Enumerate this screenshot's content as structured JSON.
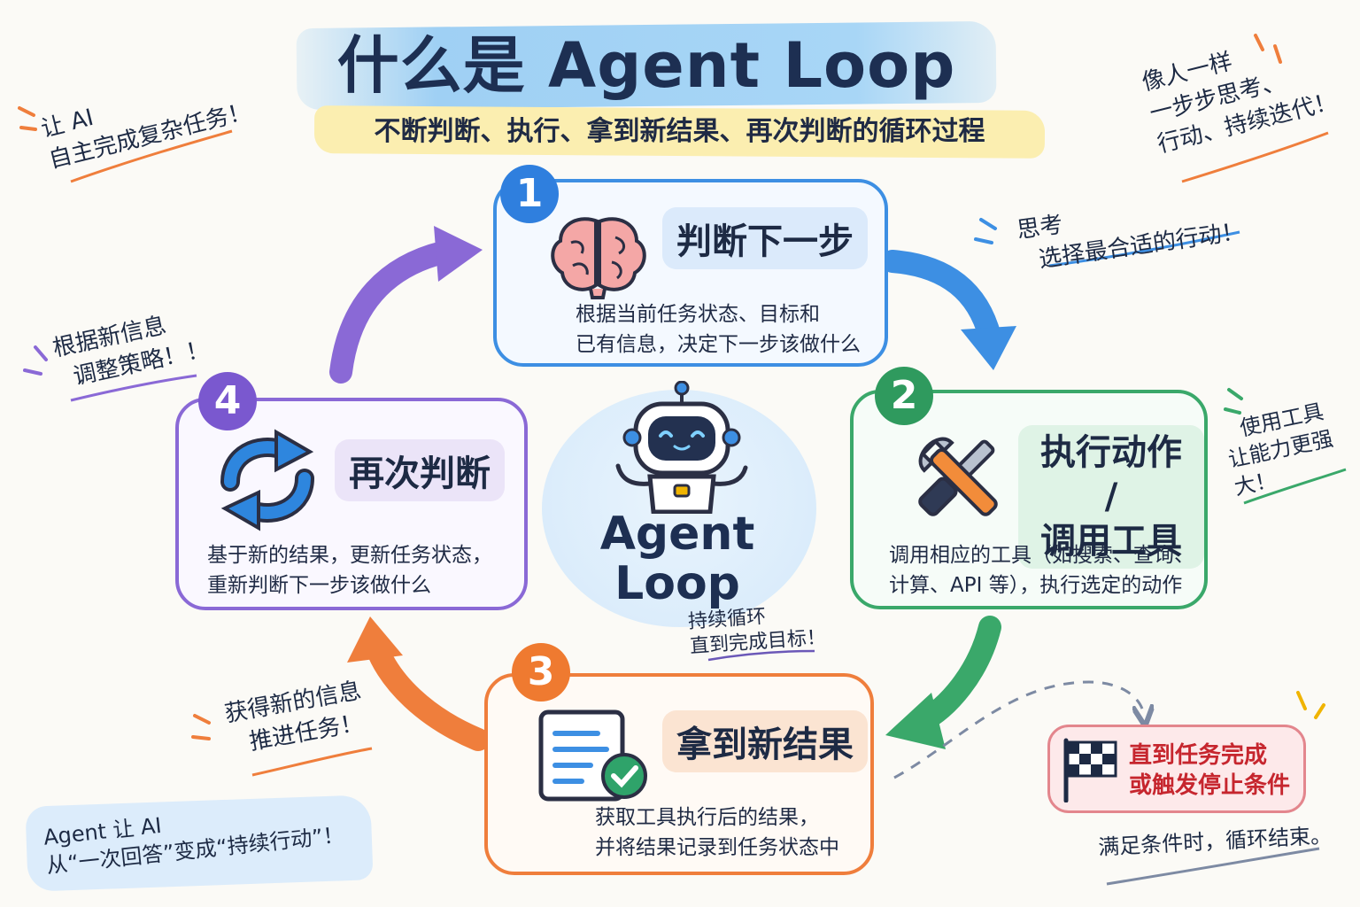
{
  "header": {
    "title": "什么是 Agent Loop",
    "subtitle": "不断判断、执行、拿到新结果、再次判断的循环过程"
  },
  "steps": [
    {
      "number": "1",
      "title": "判断下一步",
      "desc_line1": "根据当前任务状态、目标和",
      "desc_line2": "已有信息，决定下一步该做什么",
      "icon": "brain-icon",
      "color": "#3d8fe3"
    },
    {
      "number": "2",
      "title_line1": "执行动作 /",
      "title_line2": "调用工具",
      "desc_line1": "调用相应的工具（如搜索、查询、",
      "desc_line2": "计算、API 等），执行选定的动作",
      "icon": "tools-icon",
      "color": "#3aa86a"
    },
    {
      "number": "3",
      "title": "拿到新结果",
      "desc_line1": "获取工具执行后的结果，",
      "desc_line2": "并将结果记录到任务状态中",
      "icon": "document-check-icon",
      "color": "#ef7e3c"
    },
    {
      "number": "4",
      "title": "再次判断",
      "desc_line1": "基于新的结果，更新任务状态，",
      "desc_line2": "重新判断下一步该做什么",
      "icon": "refresh-icon",
      "color": "#8a69d6"
    }
  ],
  "center": {
    "label_line1": "Agent",
    "label_line2": "Loop",
    "note_line1": "持续循环",
    "note_line2": "直到完成目标！",
    "icon": "robot-icon"
  },
  "notes": {
    "top_left_line1": "让 AI",
    "top_left_line2": "自主完成复杂任务！",
    "top_right_line1": "像人一样",
    "top_right_line2": "一步步思考、",
    "top_right_line3": "行动、持续迭代！",
    "think_line1": "思考",
    "think_line2": "选择最合适的行动！",
    "strategy_line1": "根据新信息",
    "strategy_line2": "调整策略！！",
    "tools_line1": "使用工具",
    "tools_line2": "让能力更强大！",
    "info_line1": "获得新的信息",
    "info_line2": "推进任务！",
    "agent_line1": "Agent  让 AI",
    "agent_line2": "从“一次回答”变成“持续行动”！"
  },
  "finish": {
    "line1": "直到任务完成",
    "line2": "或触发停止条件",
    "note": "满足条件时，循环结束。",
    "icon": "checkered-flag-icon"
  },
  "colors": {
    "blue": "#3d8fe3",
    "green": "#3aa86a",
    "orange": "#ef7e3c",
    "purple": "#8a69d6",
    "red": "#c6262e"
  }
}
